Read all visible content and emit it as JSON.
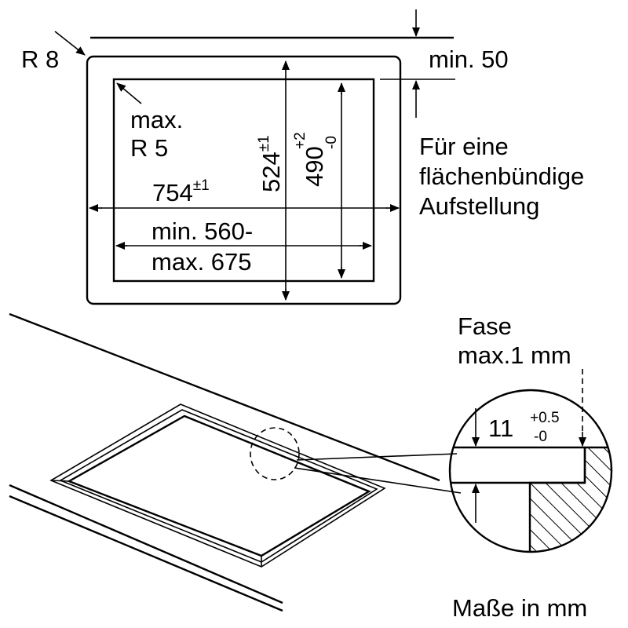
{
  "top_view": {
    "corner_outer": "R 8",
    "corner_inner_line1": "max.",
    "corner_inner_line2": "R 5",
    "depth_value": "524",
    "depth_tol": "±1",
    "inner_depth_value": "490",
    "inner_depth_tol_plus": "+2",
    "inner_depth_tol_minus": "-0",
    "width_value": "754",
    "width_tol": "±1",
    "cutout_line1": "min. 560-",
    "cutout_line2": "max. 675",
    "min_margin": "min. 50"
  },
  "note": {
    "line1": "Für eine",
    "line2": "flächenbündige",
    "line3": "Aufstellung"
  },
  "detail": {
    "chamfer_line1": "Fase",
    "chamfer_line2": "max.1 mm",
    "step_value": "11",
    "step_tol_plus": "+0.5",
    "step_tol_minus": "-0"
  },
  "units_note": "Maße in mm"
}
